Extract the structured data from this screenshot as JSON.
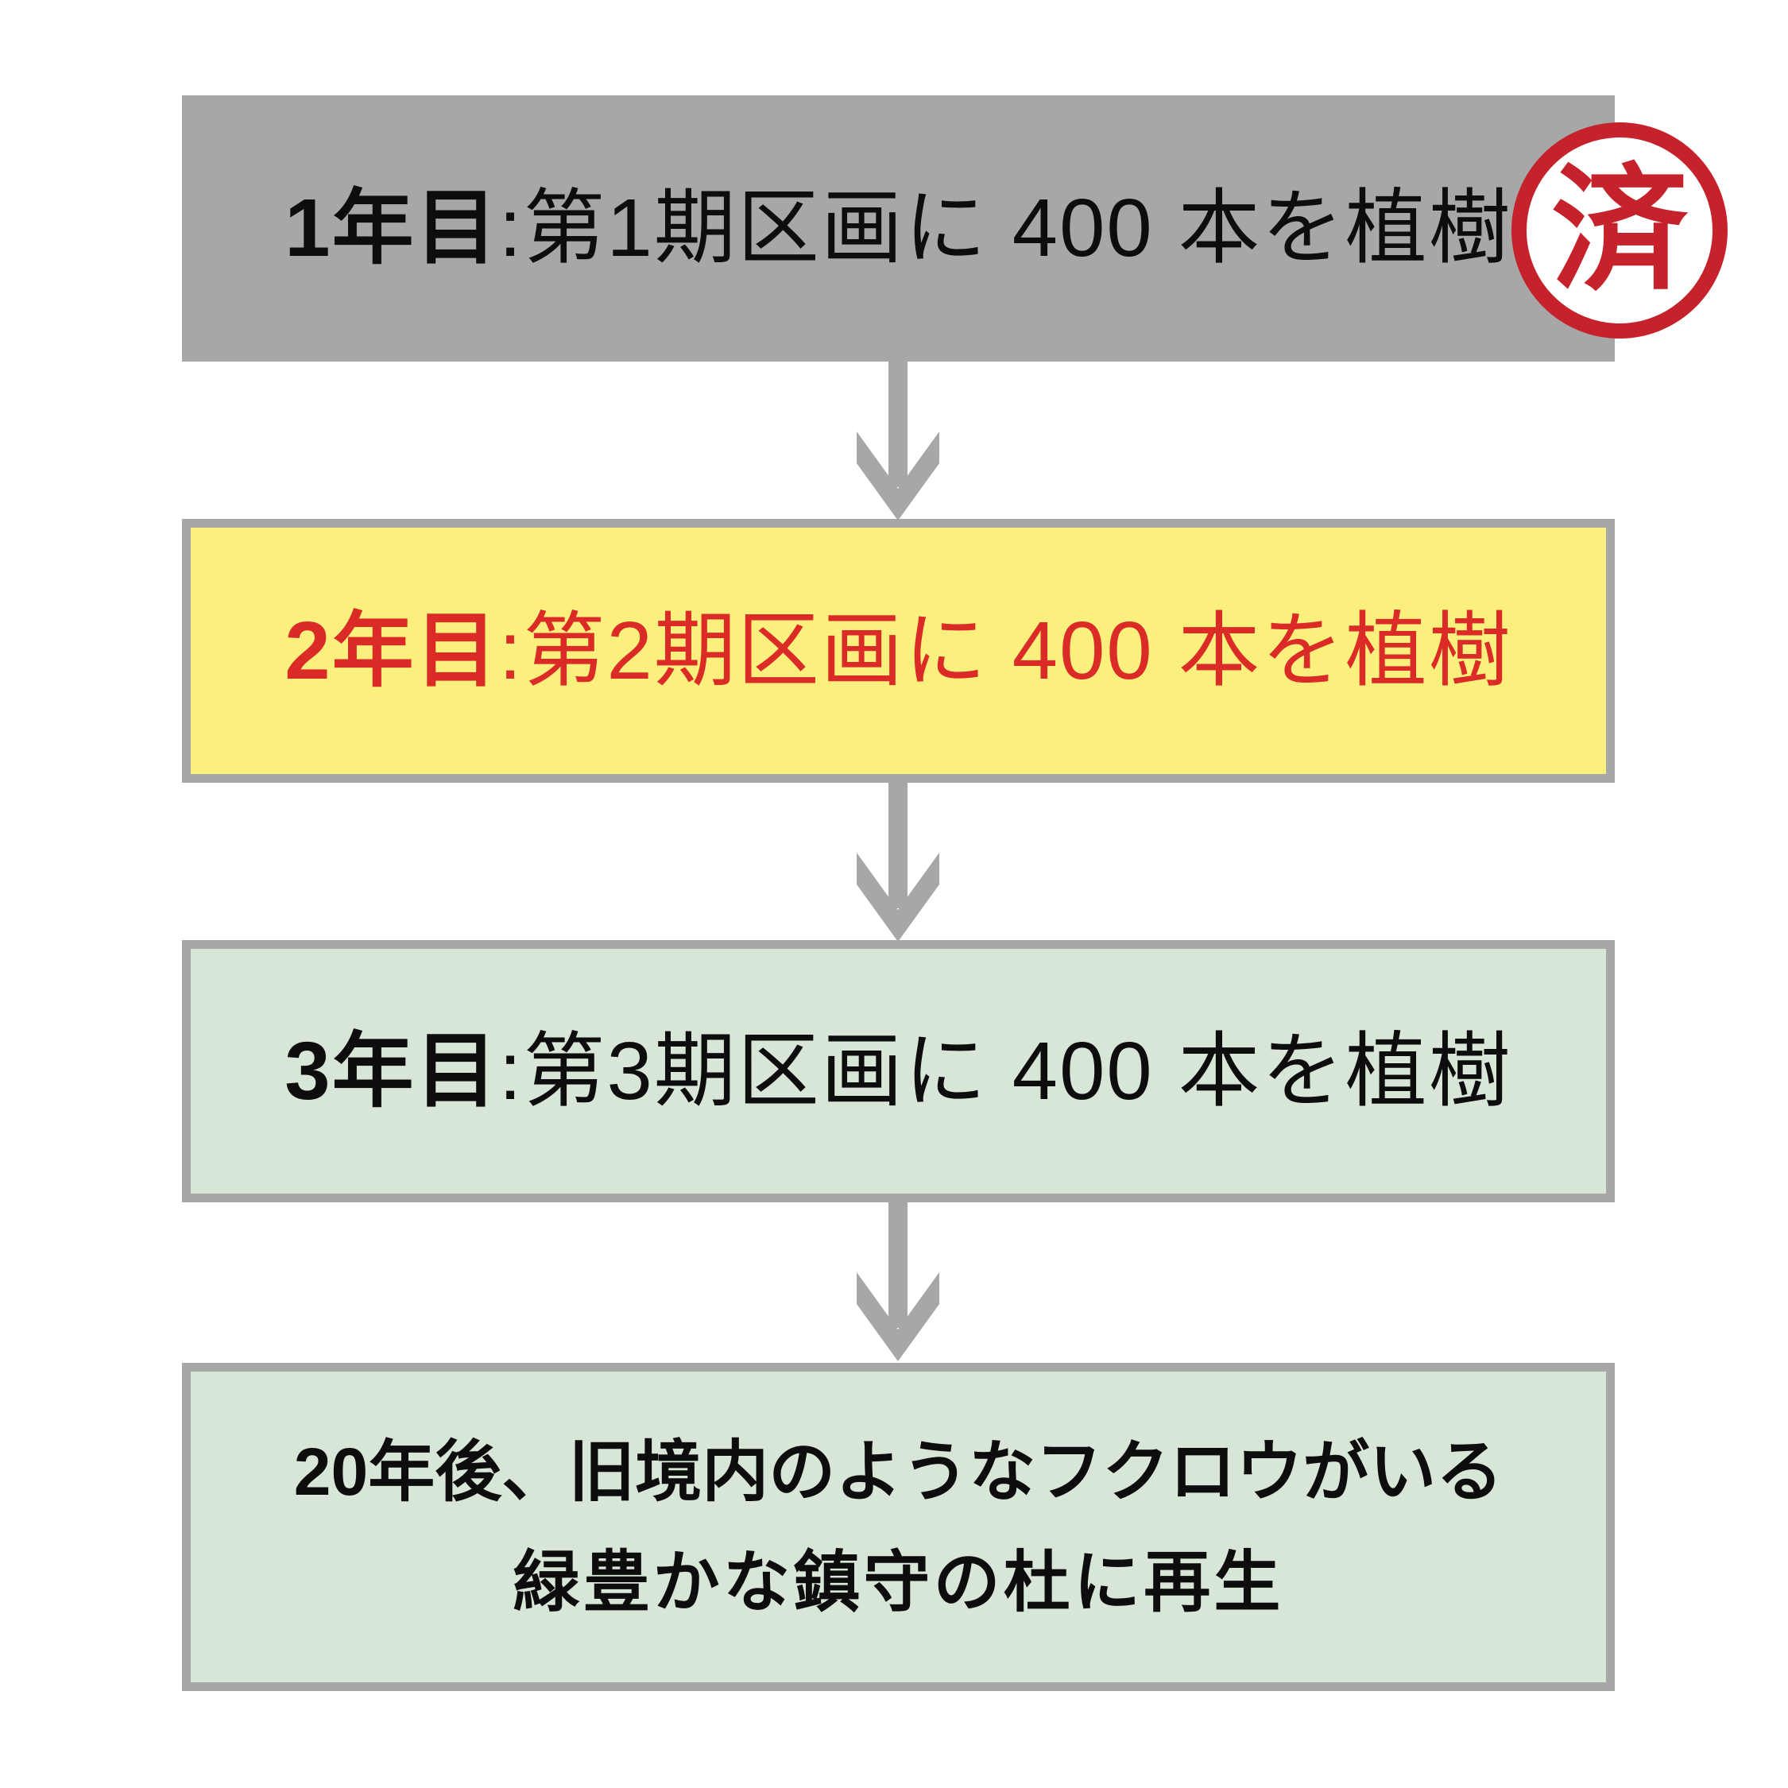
{
  "diagram": {
    "description_visible_text_only": true,
    "steps": [
      {
        "id": "year1",
        "label_bold": "1年目",
        "label_rest": ":第1期区画に 400 本を植樹",
        "bg_color": "#a7a7a7",
        "text_color": "#0d0d0d",
        "stamp": "済"
      },
      {
        "id": "year2",
        "label_bold": "2年目",
        "label_rest": ":第2期区画に 400 本を植樹",
        "bg_color": "#fbef7d",
        "border_color": "#a7a7a7",
        "text_color": "#db2b27"
      },
      {
        "id": "year3",
        "label_bold": "3年目",
        "label_rest": ":第3期区画に 400 本を植樹",
        "bg_color": "#d8e6d8",
        "border_color": "#a7a7a7",
        "text_color": "#0d0d0d"
      },
      {
        "id": "goal",
        "line1": "20年後、旧境内のようなフクロウがいる",
        "line2": "緑豊かな鎮守の杜に再生",
        "bg_color": "#d8e6d8",
        "border_color": "#a7a7a7",
        "text_color": "#0d0d0d"
      }
    ],
    "stamp": {
      "label": "済",
      "ring_color": "#c5222c",
      "fill": "#ffffff"
    },
    "arrow_color": "#a7a7a7",
    "background": "#ffffff"
  }
}
